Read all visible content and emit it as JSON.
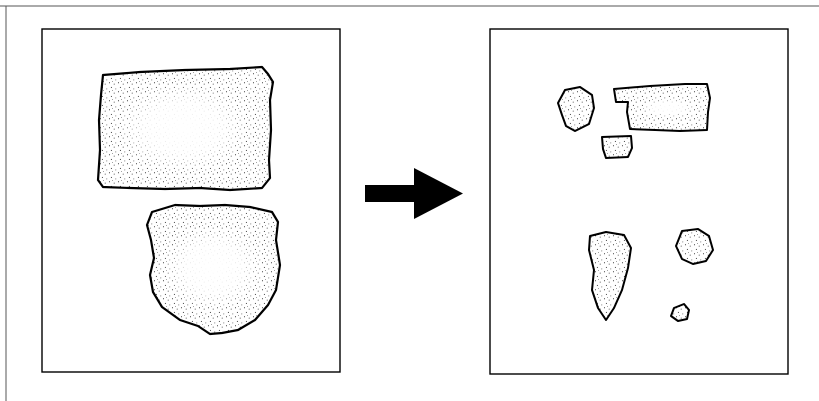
{
  "figure": {
    "panels": [
      {
        "name": "before-panel",
        "regions": 2
      },
      {
        "name": "after-panel",
        "regions": 6
      }
    ],
    "arrow": {
      "direction": "right",
      "color": "#000000"
    },
    "colors": {
      "outline": "#000000",
      "stipple": "#2a2a2a",
      "background": "#ffffff"
    }
  }
}
